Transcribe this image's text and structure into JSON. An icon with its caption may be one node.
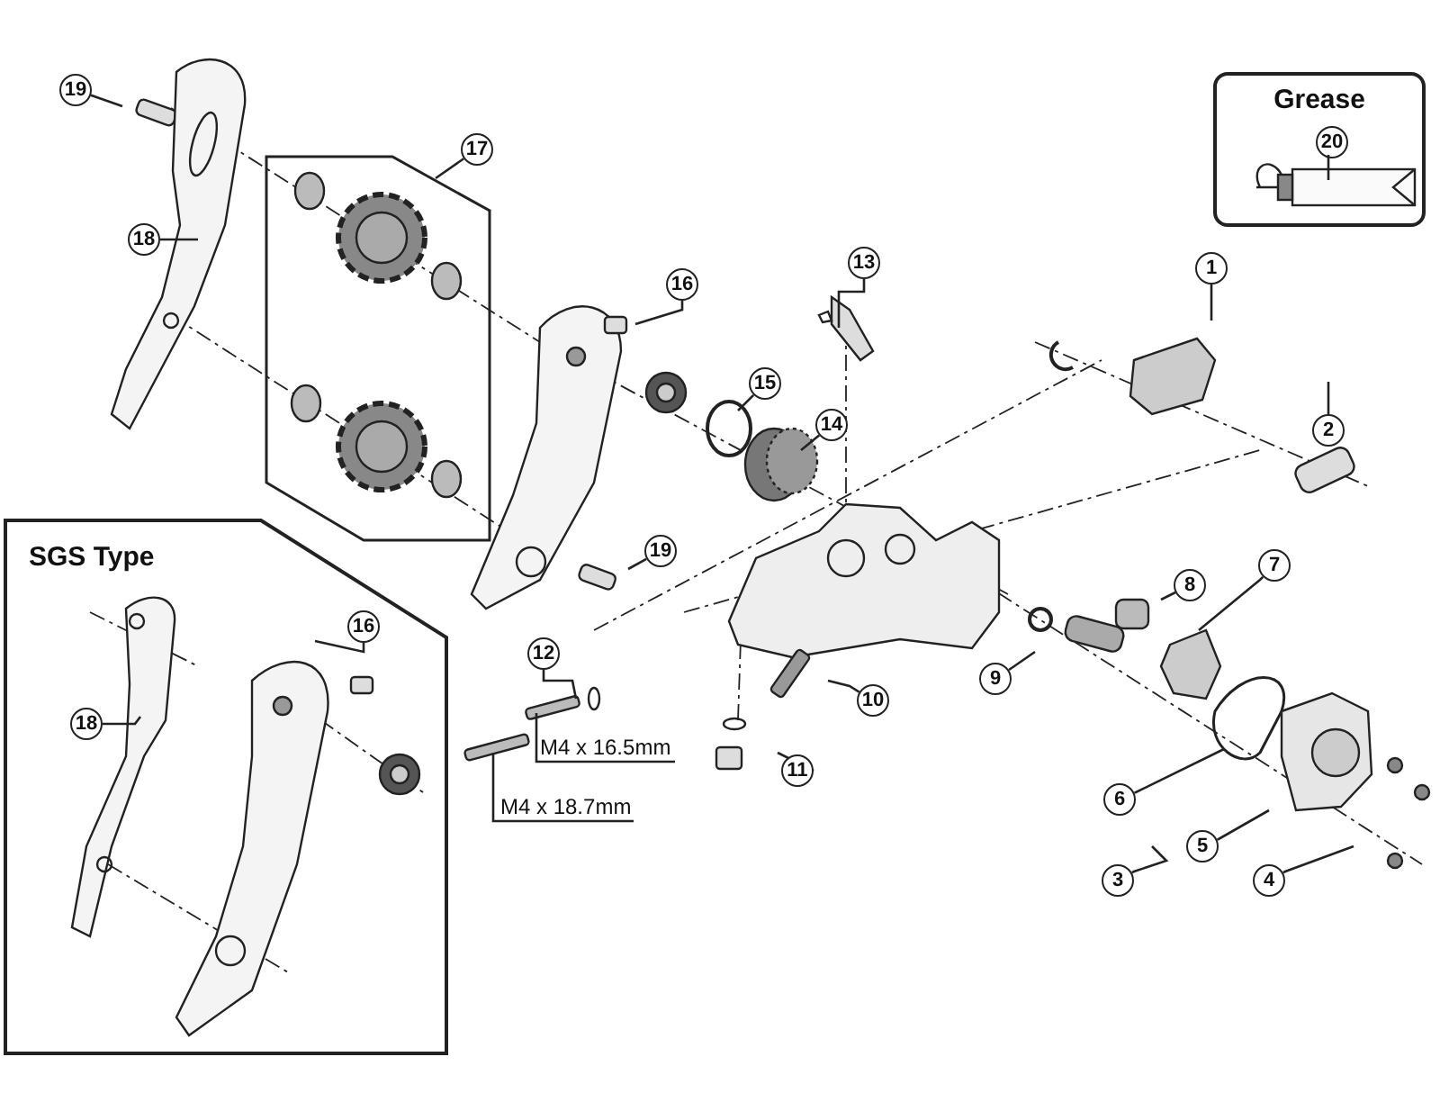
{
  "diagram": {
    "nodes": [
      {
        "text": [
          "Grease"
        ]
      },
      {
        "text": [
          "20"
        ],
        "in": 0
      },
      {
        "text": [
          "SGS Type"
        ]
      },
      {
        "text": [
          "18"
        ],
        "in": 2
      },
      {
        "text": [
          "16"
        ],
        "in": 2
      },
      {
        "text": [
          "19"
        ]
      },
      {
        "text": [
          "18"
        ]
      },
      {
        "text": [
          "17"
        ]
      },
      {
        "text": [
          "16"
        ]
      },
      {
        "text": [
          "15"
        ]
      },
      {
        "text": [
          "14"
        ]
      },
      {
        "text": [
          "13"
        ]
      },
      {
        "text": [
          "1"
        ]
      },
      {
        "text": [
          "2"
        ]
      },
      {
        "text": [
          "19"
        ]
      },
      {
        "text": [
          "12"
        ]
      },
      {
        "text": [
          "M4 x 16.5mm"
        ]
      },
      {
        "text": [
          "M4 x 18.7mm"
        ]
      },
      {
        "text": [
          "8"
        ]
      },
      {
        "text": [
          "7"
        ]
      },
      {
        "text": [
          "9"
        ]
      },
      {
        "text": [
          "10"
        ]
      },
      {
        "text": [
          "11"
        ]
      },
      {
        "text": [
          "6"
        ]
      },
      {
        "text": [
          "5"
        ]
      },
      {
        "text": [
          "3"
        ]
      },
      {
        "text": [
          "4"
        ]
      }
    ],
    "edges": [
      {
        "from": 1,
        "to": null,
        "arrow": "none"
      },
      {
        "from": 3,
        "to": null,
        "arrow": "none"
      },
      {
        "from": 4,
        "to": null,
        "arrow": "none"
      },
      {
        "from": 5,
        "to": null,
        "arrow": "none"
      },
      {
        "from": 6,
        "to": null,
        "arrow": "none"
      },
      {
        "from": 7,
        "to": null,
        "arrow": "none"
      },
      {
        "from": 8,
        "to": null,
        "arrow": "none"
      },
      {
        "from": 9,
        "to": null,
        "arrow": "none"
      },
      {
        "from": 10,
        "to": null,
        "arrow": "none"
      },
      {
        "from": 11,
        "to": null,
        "arrow": "none"
      },
      {
        "from": 12,
        "to": null,
        "arrow": "none"
      },
      {
        "from": 13,
        "to": null,
        "arrow": "none"
      },
      {
        "from": 14,
        "to": null,
        "arrow": "none"
      },
      {
        "from": 15,
        "to": null,
        "arrow": "none"
      },
      {
        "from": 16,
        "to": null,
        "arrow": "none"
      },
      {
        "from": 17,
        "to": null,
        "arrow": "none"
      },
      {
        "from": 18,
        "to": null,
        "arrow": "none"
      },
      {
        "from": 19,
        "to": null,
        "arrow": "none"
      },
      {
        "from": 20,
        "to": null,
        "arrow": "none"
      },
      {
        "from": 21,
        "to": null,
        "arrow": "none"
      },
      {
        "from": 22,
        "to": null,
        "arrow": "none"
      },
      {
        "from": 23,
        "to": null,
        "arrow": "none"
      },
      {
        "from": 24,
        "to": null,
        "arrow": "none"
      },
      {
        "from": 25,
        "to": null,
        "arrow": "none"
      },
      {
        "from": 26,
        "to": null,
        "arrow": "none"
      }
    ]
  }
}
